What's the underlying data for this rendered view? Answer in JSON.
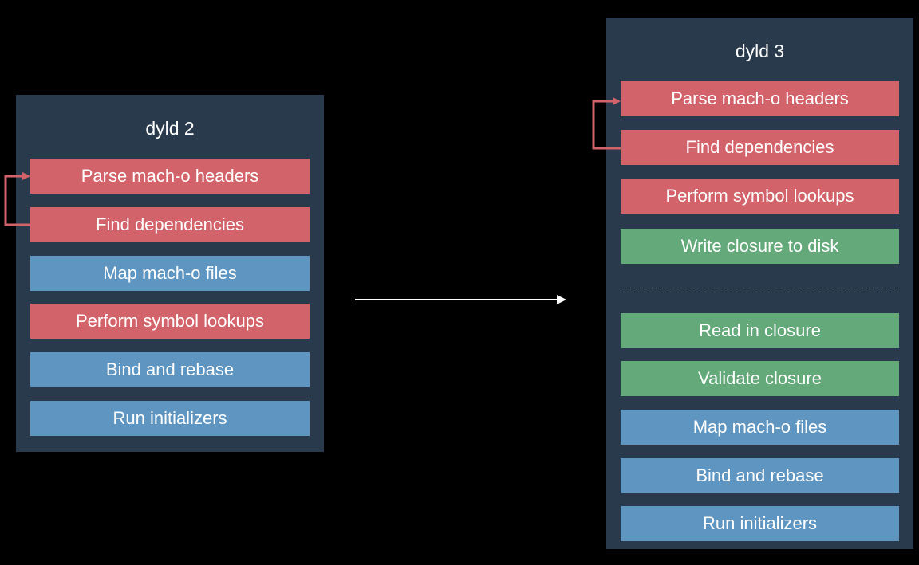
{
  "dyld2": {
    "title": "dyld 2",
    "steps": [
      {
        "label": "Parse mach-o headers",
        "color": "#d3636a"
      },
      {
        "label": "Find dependencies",
        "color": "#d3636a"
      },
      {
        "label": "Map mach-o files",
        "color": "#5f95c1"
      },
      {
        "label": "Perform symbol lookups",
        "color": "#d3636a"
      },
      {
        "label": "Bind and rebase",
        "color": "#5f95c1"
      },
      {
        "label": "Run initializers",
        "color": "#5f95c1"
      }
    ]
  },
  "dyld3": {
    "title": "dyld 3",
    "steps": [
      {
        "label": "Parse mach-o headers",
        "color": "#d3636a"
      },
      {
        "label": "Find dependencies",
        "color": "#d3636a"
      },
      {
        "label": "Perform symbol lookups",
        "color": "#d3636a"
      },
      {
        "label": "Write closure to disk",
        "color": "#64a979"
      },
      {
        "label": "Read in closure",
        "color": "#64a979"
      },
      {
        "label": "Validate closure",
        "color": "#64a979"
      },
      {
        "label": "Map mach-o files",
        "color": "#5f95c1"
      },
      {
        "label": "Bind and rebase",
        "color": "#5f95c1"
      },
      {
        "label": "Run initializers",
        "color": "#5f95c1"
      }
    ]
  },
  "colors": {
    "background": "#000000",
    "panel": "#283a4b",
    "red": "#d3636a",
    "blue": "#5f95c1",
    "green": "#64a979",
    "arrow": "#ffffff"
  }
}
